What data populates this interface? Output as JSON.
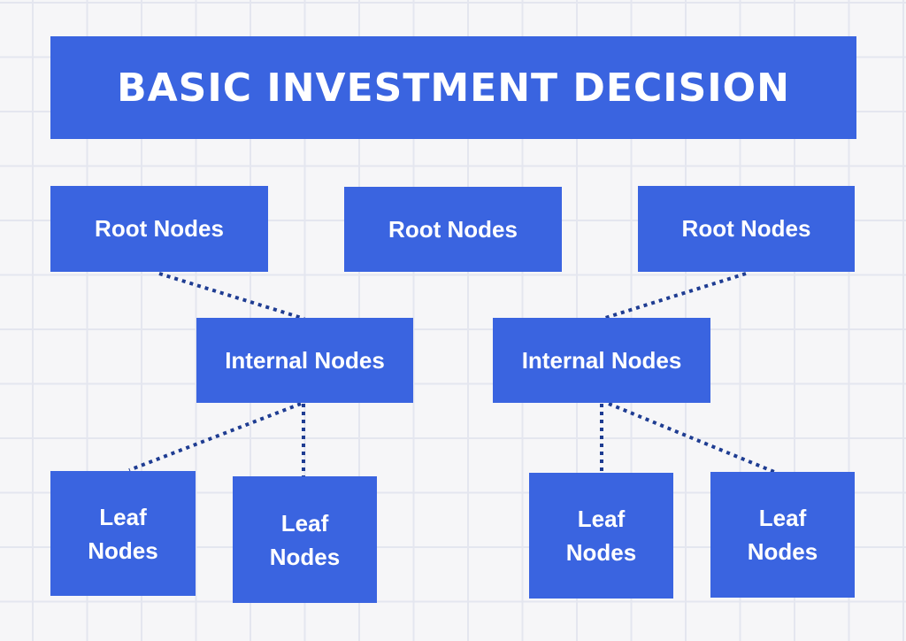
{
  "title": {
    "text": "BASIC INVESTMENT DECISION"
  },
  "nodes": {
    "root_1": {
      "label": "Root Nodes"
    },
    "root_2": {
      "label": "Root Nodes"
    },
    "root_3": {
      "label": "Root Nodes"
    },
    "internal_1": {
      "label": "Internal Nodes"
    },
    "internal_2": {
      "label": "Internal Nodes"
    },
    "leaf_1": {
      "label": "Leaf Nodes"
    },
    "leaf_2": {
      "label": "Leaf Nodes"
    },
    "leaf_3": {
      "label": "Leaf Nodes"
    },
    "leaf_4": {
      "label": "Leaf Nodes"
    }
  },
  "edges": [
    {
      "from": "root_1",
      "to": "internal_1",
      "style": "dotted"
    },
    {
      "from": "root_3",
      "to": "internal_2",
      "style": "dotted"
    },
    {
      "from": "internal_1",
      "to": "leaf_1",
      "style": "dotted"
    },
    {
      "from": "internal_1",
      "to": "leaf_2",
      "style": "dotted"
    },
    {
      "from": "internal_2",
      "to": "leaf_3",
      "style": "dotted"
    },
    {
      "from": "internal_2",
      "to": "leaf_4",
      "style": "dotted"
    }
  ],
  "colors": {
    "node_fill": "#3A64E0",
    "node_text": "#FFFFFF",
    "connector": "#1E3C92",
    "background": "#F6F6F8",
    "grid_line": "#E4E6EF"
  }
}
